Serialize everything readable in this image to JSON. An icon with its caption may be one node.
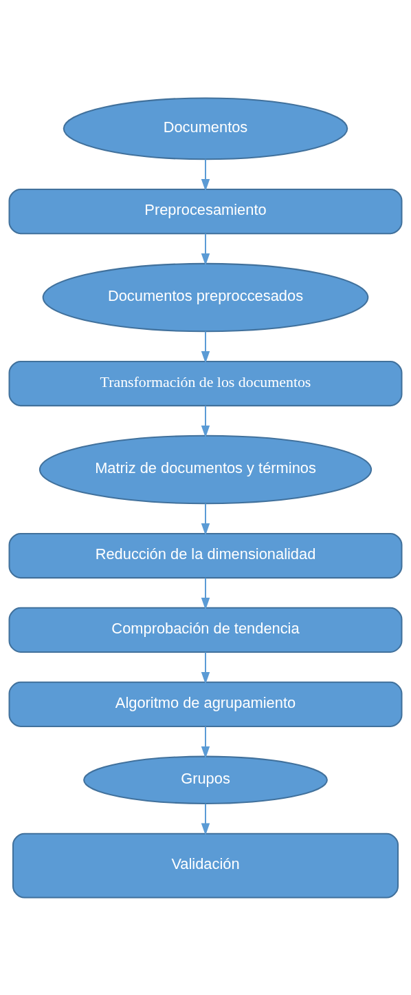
{
  "diagram": {
    "nodes": [
      {
        "text": [
          "Documentos"
        ]
      },
      {
        "text": [
          "Preprocesamiento"
        ]
      },
      {
        "text": [
          "Documentos preproccesados"
        ]
      },
      {
        "text": [
          "Transformación de los documentos"
        ]
      },
      {
        "text": [
          "Matriz de documentos y términos"
        ]
      },
      {
        "text": [
          "Reducción de la dimensionalidad"
        ]
      },
      {
        "text": [
          "Comprobación de tendencia"
        ]
      },
      {
        "text": [
          "Algoritmo de agrupamiento"
        ]
      },
      {
        "text": [
          "Grupos"
        ]
      },
      {
        "text": [
          "Validación"
        ]
      }
    ],
    "edges": [
      {
        "from": 0,
        "to": 1,
        "arrow": "to"
      },
      {
        "from": 1,
        "to": 2,
        "arrow": "to"
      },
      {
        "from": 2,
        "to": 3,
        "arrow": "to"
      },
      {
        "from": 3,
        "to": 4,
        "arrow": "to"
      },
      {
        "from": 4,
        "to": 5,
        "arrow": "to"
      },
      {
        "from": 5,
        "to": 6,
        "arrow": "to"
      },
      {
        "from": 6,
        "to": 7,
        "arrow": "to"
      },
      {
        "from": 7,
        "to": 8,
        "arrow": "to"
      },
      {
        "from": 8,
        "to": 9,
        "arrow": "to"
      }
    ]
  }
}
